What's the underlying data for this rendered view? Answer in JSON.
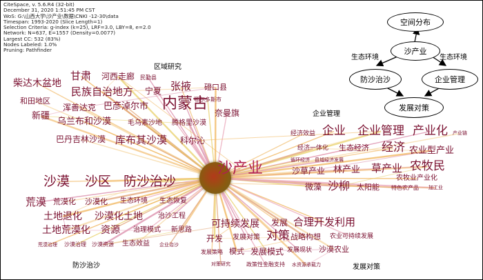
{
  "info": {
    "lines": [
      "CiteSpace, v. 5.6.R4 (32-bit)",
      "December 31, 2020 1:51:45 PM CST",
      "WoS: G:\\山西大学\\沙产业\\数据\\CNKI -12-30\\data",
      "Timespan: 1993-2020 (Slice Length=1)",
      "Selection Criteria: g-index (k=25), LRF=3.0, LBY=8, e=2.0",
      "Network: N=637, E=1557 (Density=0.0077)",
      "Largest CC: 532 (83%)",
      "Nodes Labeled: 1.0%",
      "Pruning: Pathfinder"
    ]
  },
  "sections": {
    "region": "区域研究",
    "enterprise": "企业管理",
    "desert_control": "防沙治沙",
    "development": "发展对策"
  },
  "center_keyword": "沙产业",
  "keywords": {
    "region": [
      "柴达木盆地",
      "甘肃",
      "河西走廊",
      "民勤县",
      "和田地区",
      "民族自治地方",
      "宁夏",
      "张掖",
      "磴口县",
      "鄂尔多斯市",
      "内蒙古",
      "浑善达克",
      "巴彦淖尔市",
      "奈曼旗",
      "新疆",
      "乌兰布和沙漠",
      "毛乌素沙地",
      "腾格里沙漠",
      "巴丹吉林沙漠",
      "库布其沙漠",
      "科尔沁"
    ],
    "enterprise": [
      "经济效益",
      "企业",
      "企业管理",
      "产业化",
      "产业链",
      "经济一体化",
      "生态经济",
      "经济",
      "农业型产业",
      "循环经济",
      "县域经济发展",
      "沙草产业",
      "林产业",
      "草产业",
      "农牧民",
      "农牧业产业化",
      "微藻",
      "沙柳",
      "太阳能",
      "特色农产品",
      "加工业"
    ],
    "desert_control": [
      "沙漠",
      "沙区",
      "防沙治沙",
      "荒漠",
      "荒漠化",
      "沙漠化",
      "生态环境",
      "生态恢复",
      "土地退化",
      "沙漠化土地",
      "治沙工程",
      "土地荒漠化",
      "资源",
      "治理模式",
      "新思路",
      "荒漠治理",
      "沙漠治理",
      "沙漠资源",
      "生态效益",
      "企业治沙"
    ],
    "development": [
      "可持续发展",
      "发展",
      "合理开发利用",
      "开发",
      "发展对策",
      "对策",
      "战略构想",
      "农业可持续发展",
      "发展策略",
      "模式",
      "发展模式",
      "发展现状",
      "沙漠农业",
      "对策研究",
      "政策性金融支持",
      "水资源承载力"
    ]
  },
  "framework": {
    "nodes": {
      "spatial": "空间分布",
      "industry": "沙产业",
      "control": "防沙治沙",
      "enterprise": "企业管理",
      "strategy": "发展对策"
    },
    "edge_labels": {
      "left": "生态环境",
      "right": "生态环境"
    }
  }
}
